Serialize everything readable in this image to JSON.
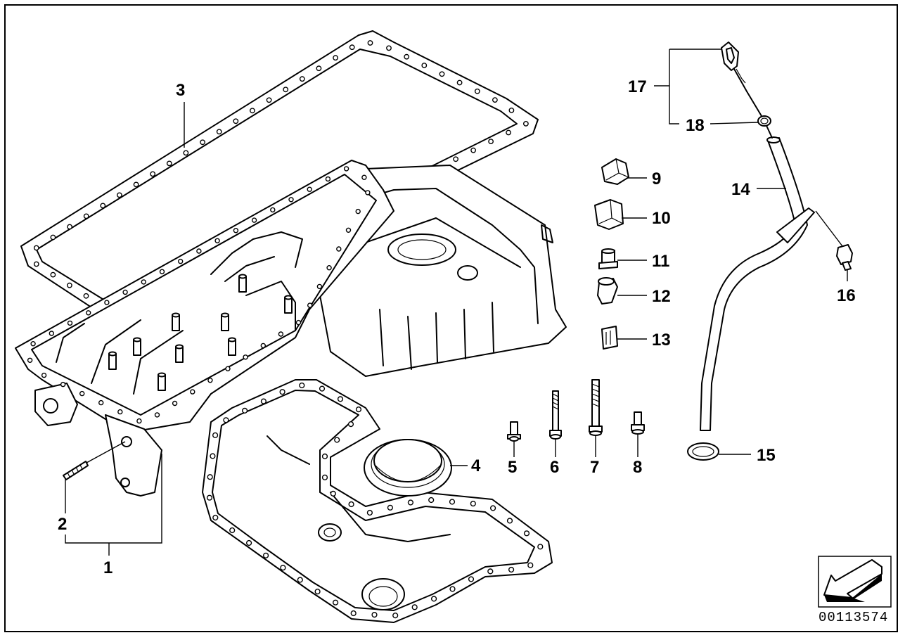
{
  "diagram": {
    "part_labels": {
      "p1": "1",
      "p2": "2",
      "p3": "3",
      "p4": "4",
      "p5": "5",
      "p6": "6",
      "p7": "7",
      "p8": "8",
      "p9": "9",
      "p10": "10",
      "p11": "11",
      "p12": "12",
      "p13": "13",
      "p14": "14",
      "p15": "15",
      "p16": "16",
      "p17": "17",
      "p18": "18"
    },
    "diagram_number": "00113574",
    "icons": {
      "navigation": "arrow-down-left-icon"
    },
    "colors": {
      "line": "#000000",
      "background": "#ffffff"
    }
  }
}
